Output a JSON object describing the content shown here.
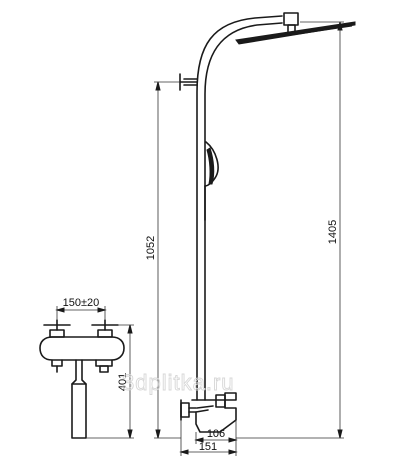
{
  "dimensions": {
    "total_height": "1405",
    "arm_height": "1052",
    "mixer_height": "401",
    "spacing": "150±20",
    "depth_inner": "106",
    "depth_outer": "151"
  },
  "watermark": "3dplitka.ru"
}
